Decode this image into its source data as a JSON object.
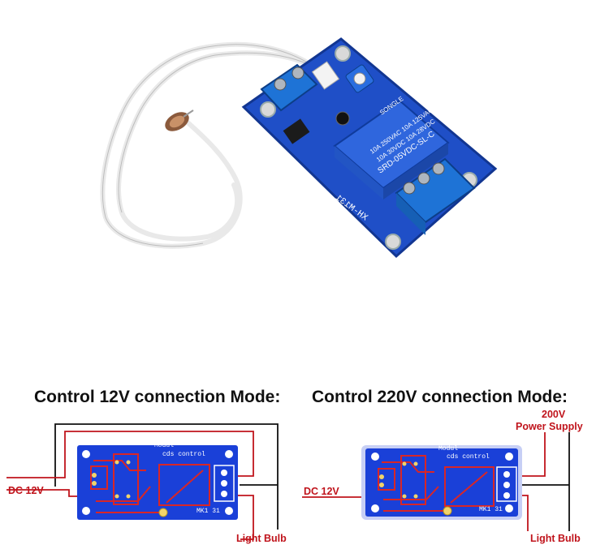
{
  "product": {
    "board_model": "XH-M131",
    "relay_brand": "SONGLE",
    "relay_model": "SRD-05VDC-SL-C",
    "relay_rating_1": "10A 250VAC  10A 125VAC",
    "relay_rating_2": "10A 30VDC  10A 28VDC"
  },
  "modes": {
    "left": {
      "title": "Control 12V connection Mode:",
      "dc_label": "DC 12V",
      "bulb_label": "Light Bulb"
    },
    "right": {
      "title": "Control 220V connection Mode:",
      "supply_line1": "200V",
      "supply_line2": "Power Supply",
      "dc_label": "DC 12V",
      "bulb_label": "Light Bulb"
    }
  },
  "schematic_board": {
    "module_text": "Modul",
    "cds_text": "cds control",
    "model_text": "MK1 31"
  },
  "colors": {
    "pcb_blue": "#1a40d8",
    "wire_red": "#c0141c",
    "wire_black": "#111111"
  }
}
